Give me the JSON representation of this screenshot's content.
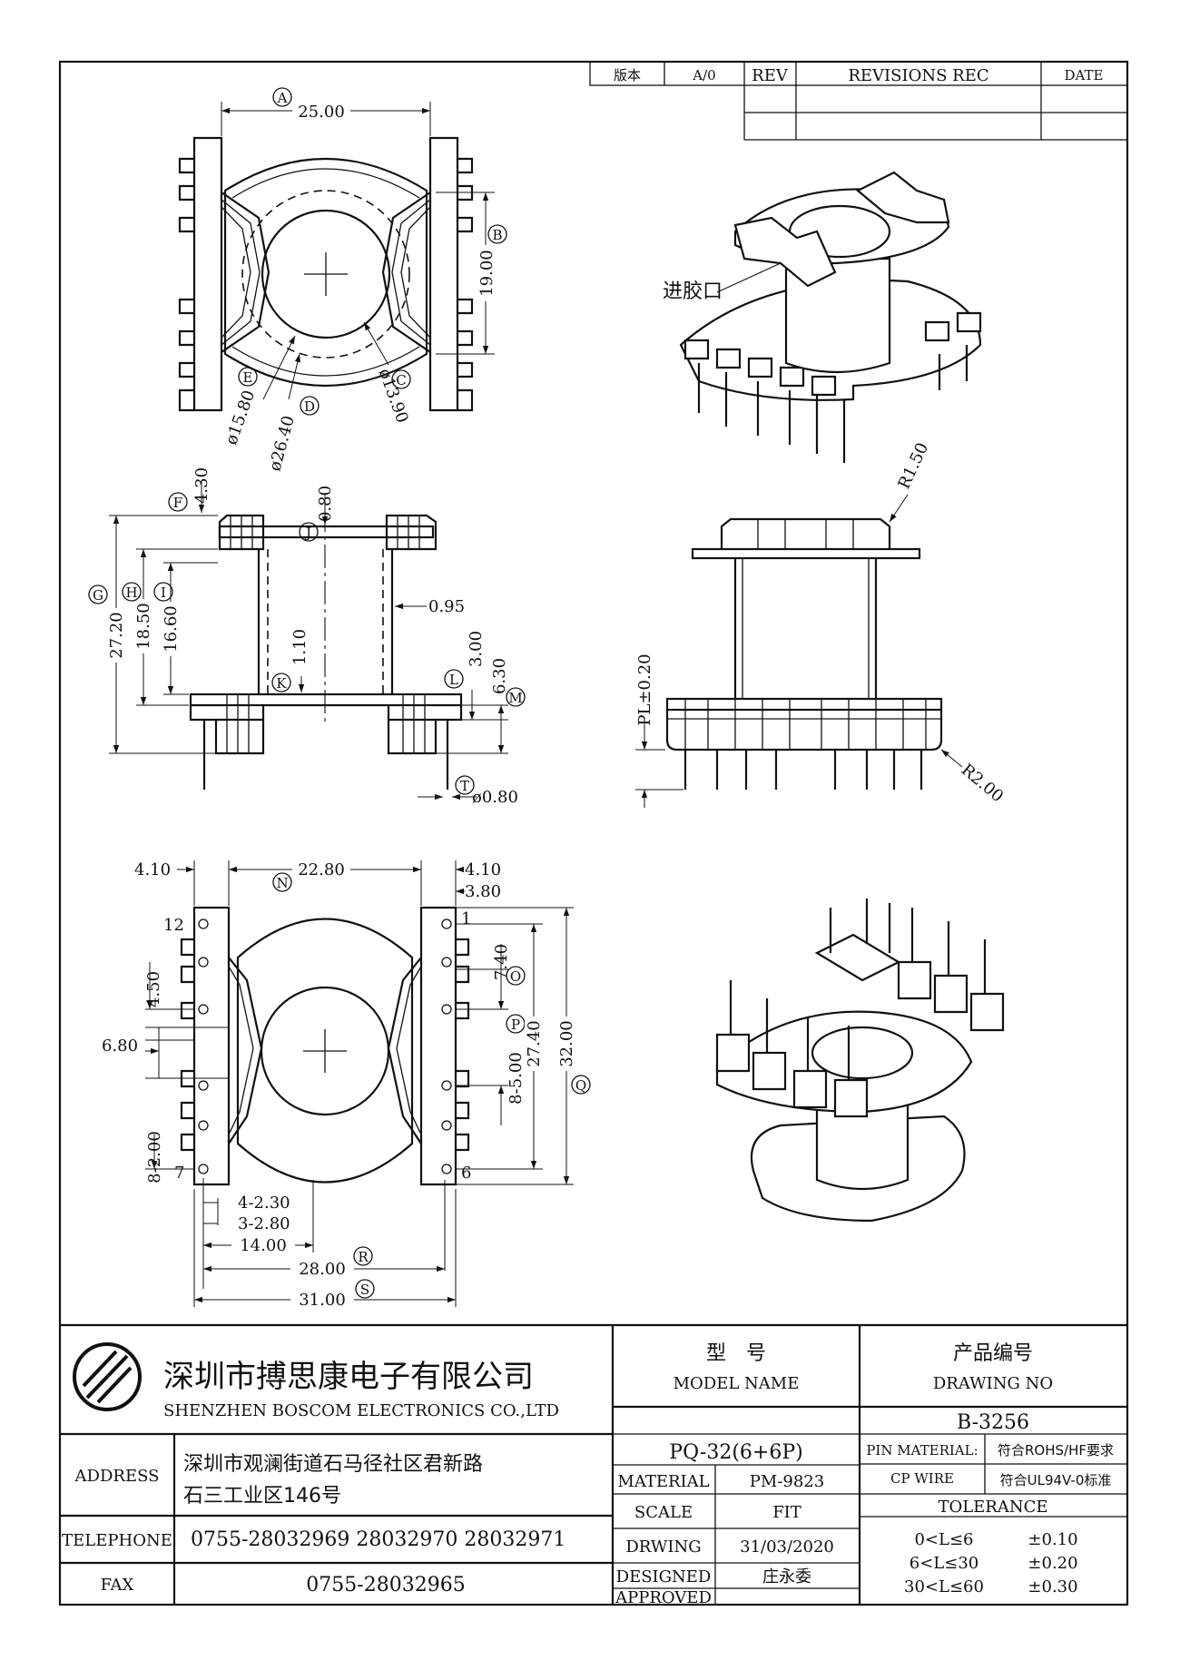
{
  "rev_table": {
    "version_label": "版本",
    "version_value": "A/0",
    "rev_label": "REV",
    "revisions_label": "REVISIONS REC",
    "date_label": "DATE"
  },
  "top_view": {
    "dim_a": "25.00",
    "tag_a": "A",
    "dim_b": "19.00",
    "tag_b": "B",
    "dim_c": "ø13.90",
    "tag_c": "C",
    "dim_d": "ø26.40",
    "tag_d": "D",
    "dim_e": "ø15.80",
    "tag_e": "E"
  },
  "iso_top": {
    "gate_label": "进胶口"
  },
  "side_view": {
    "dim_f": "4.30",
    "tag_f": "F",
    "dim_g": "27.20",
    "tag_g": "G",
    "dim_h": "18.50",
    "tag_h": "H",
    "dim_i": "16.60",
    "tag_i": "I",
    "dim_j": "0.80",
    "tag_j": "J",
    "dim_095": "0.95",
    "dim_k": "1.10",
    "tag_k": "K",
    "dim_l": "3.00",
    "tag_l": "L",
    "dim_m": "6.30",
    "tag_m": "M",
    "dim_t": "ø0.80",
    "tag_t": "T"
  },
  "front_view": {
    "dim_r150": "R1.50",
    "dim_pl": "PL±0.20",
    "dim_r200": "R2.00"
  },
  "bottom_view": {
    "dim_410_left": "4.10",
    "dim_n": "22.80",
    "tag_n": "N",
    "dim_410_right": "4.10",
    "dim_380": "3.80",
    "pin_12": "12",
    "pin_1": "1",
    "pin_7": "7",
    "pin_6": "6",
    "dim_450": "4.50",
    "dim_680": "6.80",
    "dim_o": "7.40",
    "tag_o": "O",
    "dim_p": "8-5.00",
    "tag_p": "P",
    "dim_2740": "27.40",
    "dim_q": "32.00",
    "tag_q": "Q",
    "dim_8200": "8-2.00",
    "dim_4230": "4-2.30",
    "dim_3280": "3-2.80",
    "dim_1400": "14.00",
    "dim_r": "28.00",
    "tag_r": "R",
    "dim_s": "31.00",
    "tag_s": "S"
  },
  "title_block": {
    "company_cn": "深圳市搏思康电子有限公司",
    "company_en": "SHENZHEN BOSCOM ELECTRONICS CO.,LTD",
    "model_label_cn": "型　号",
    "model_label_en": "MODEL NAME",
    "drawing_label_cn": "产品编号",
    "drawing_label_en": "DRAWING NO",
    "model_value": "PQ-32(6+6P)",
    "drawing_value": "B-3256",
    "address_label": "ADDRESS",
    "address_line1": "深圳市观澜街道石马径社区君新路",
    "address_line2": "石三工业区146号",
    "telephone_label": "TELEPHONE",
    "telephone_value": "0755-28032969 28032970 28032971",
    "fax_label": "FAX",
    "fax_value": "0755-28032965",
    "material_label": "MATERIAL",
    "material_value": "PM-9823",
    "scale_label": "SCALE",
    "scale_value": "FIT",
    "drawing_date_label": "DRWING",
    "drawing_date_value": "31/03/2020",
    "designed_label": "DESIGNED",
    "designed_value": "庄永委",
    "approved_label": "APPROVED",
    "approved_value": "",
    "pin_material_label1": "PIN MATERIAL:",
    "pin_material_label2": "CP WIRE",
    "rohs_value": "符合ROHS/HF要求",
    "ul_value": "符合UL94V-0标准",
    "tolerance_label": "TOLERANCE",
    "tol_row1_range": "0<L≤6",
    "tol_row1_value": "±0.10",
    "tol_row2_range": "6<L≤30",
    "tol_row2_value": "±0.20",
    "tol_row3_range": "30<L≤60",
    "tol_row3_value": "±0.30"
  }
}
